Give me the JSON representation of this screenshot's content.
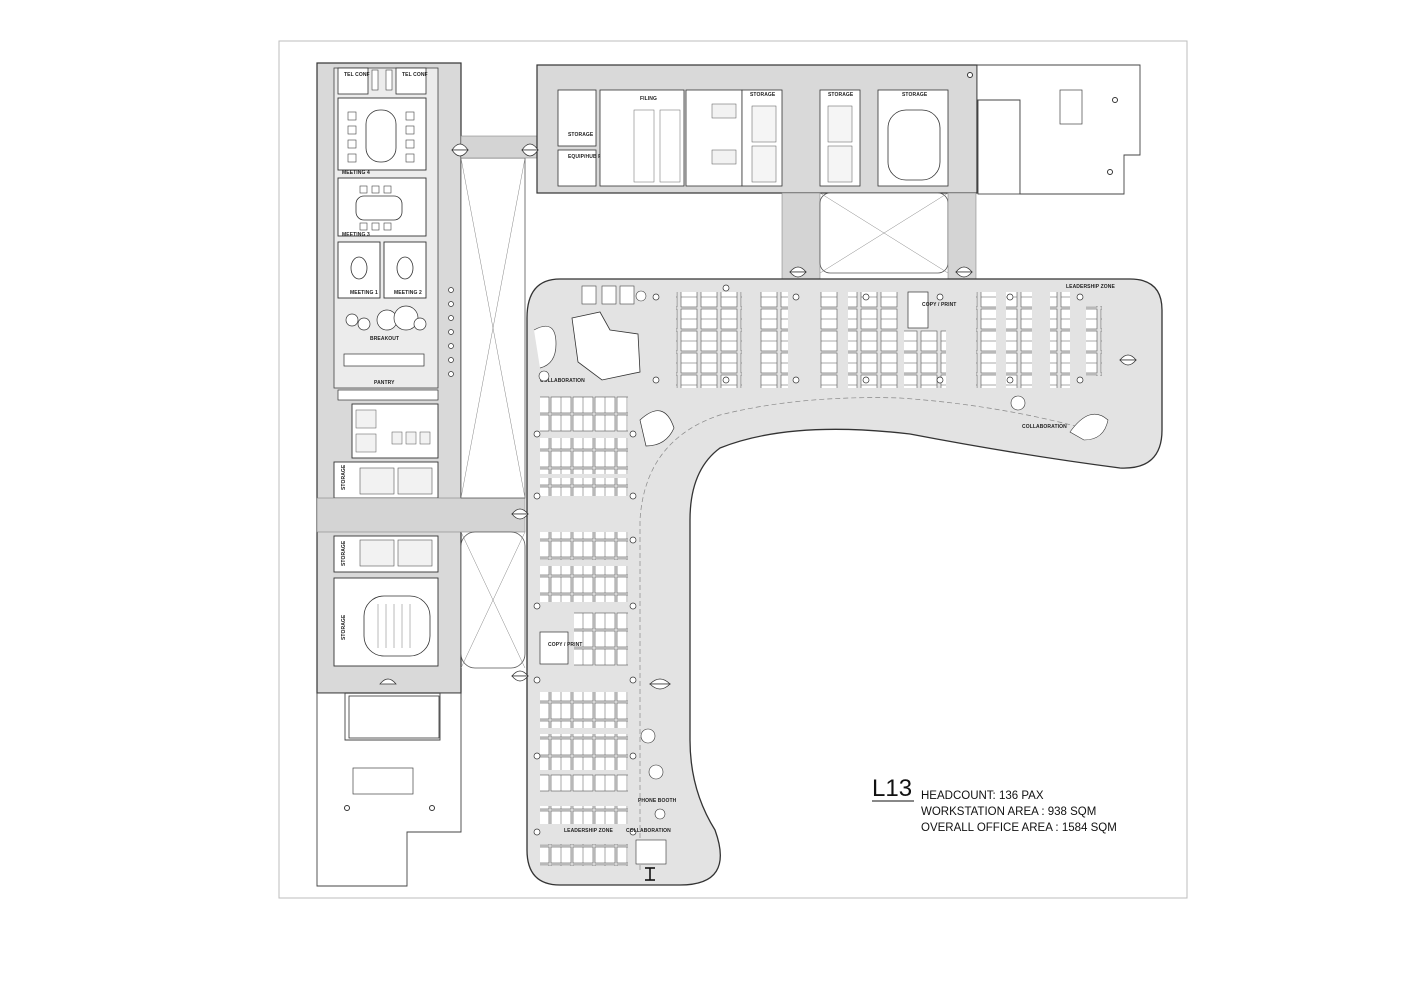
{
  "level": "L13",
  "summary": {
    "headcount": "HEADCOUNT: 136 PAX",
    "workstation_area": "WORKSTATION AREA : 938 SQM",
    "overall_area": "OVERALL OFFICE AREA : 1584 SQM"
  },
  "rooms": {
    "tel_conf_1": "TEL CONF",
    "tel_conf_2": "TEL CONF",
    "meeting_4": "MEETING 4",
    "meeting_3": "MEETING 3",
    "meeting_1": "MEETING 1",
    "meeting_2": "MEETING 2",
    "breakout": "BREAKOUT",
    "pantry": "PANTRY",
    "storage_west_1": "STORAGE",
    "storage_west_2": "STORAGE",
    "storage_west_3": "STORAGE",
    "storage_north_1": "STORAGE",
    "storage_north_2": "STORAGE",
    "storage_north_3": "STORAGE",
    "storage_north_4": "STORAGE",
    "filing": "FILING",
    "equip_room": "EQUIP/HUB ROOM",
    "collaboration_1": "COLLABORATION",
    "collaboration_2": "COLLABORATION",
    "collaboration_3": "COLLABORATION",
    "copy_print_1": "COPY / PRINT",
    "copy_print_2": "COPY / PRINT",
    "leadership_zone_1": "LEADERSHIP ZONE",
    "leadership_zone_2": "LEADERSHIP ZONE",
    "phone_booth": "PHONE BOOTH"
  }
}
